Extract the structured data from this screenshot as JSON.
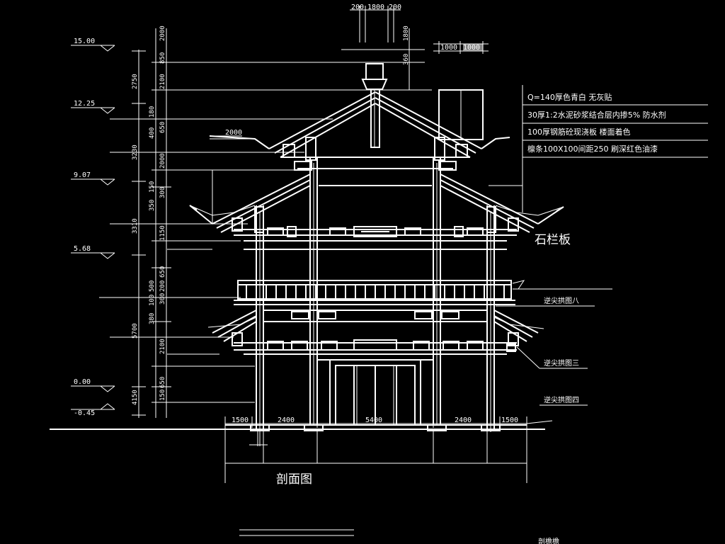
{
  "elevations": [
    "15.00",
    "12.25",
    "9.07",
    "5.68",
    "0.00",
    "-0.45"
  ],
  "left_dims": [
    "2000",
    "850",
    "2100",
    "2750",
    "400",
    "180",
    "650",
    "3230",
    "2000",
    "350",
    "150",
    "300",
    "3310",
    "1150",
    "650",
    "200",
    "300",
    "500",
    "380",
    "100",
    "5700",
    "2100",
    "650",
    "150",
    "4150"
  ],
  "top_dims": [
    "200",
    "1800",
    "200",
    "360",
    "1800",
    "1000",
    "1000"
  ],
  "bottom_dims": [
    "1500",
    "2400",
    "5400",
    "2400",
    "1500"
  ],
  "roof_dim": "2000",
  "notes": [
    "Q=140厚色青白 无灰贴",
    "30厚1:2水泥砂浆结合层内掺5% 防水剂",
    "100厚钢筋砼现浇板 楼面着色",
    "檩条100X100间距250 刷深红色油漆"
  ],
  "labels": {
    "stone_rail": "石栏板",
    "beam_a": "逆尖拱图八",
    "beam_b": "逆尖拱图三",
    "beam_c": "逆尖拱图四"
  },
  "title": "剖面图",
  "footer_fragment": "剖檐檐"
}
